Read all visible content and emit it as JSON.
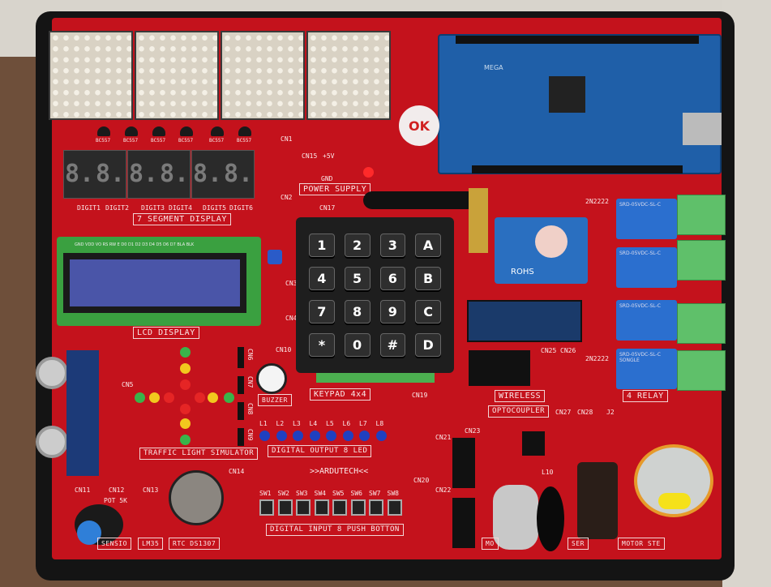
{
  "board": {
    "brand": ">>ARDUTECH<<",
    "sticker_ok": "OK",
    "seven_segment": {
      "label": "7 SEGMENT DISPLAY",
      "digits": [
        "DIGIT1",
        "DIGIT2",
        "DIGIT3",
        "DIGIT4",
        "DIGIT5",
        "DIGIT6"
      ],
      "transistor": "BC557",
      "connectors": [
        "CN1",
        "CN2"
      ]
    },
    "power_supply": {
      "label": "POWER SUPPLY",
      "connector": "CN15",
      "plus": "+5V",
      "gnd": "GND",
      "cn17": "CN17"
    },
    "lcd": {
      "label": "LCD DISPLAY",
      "pins": "GND VDD VO RS RW E D0 D1 D2 D3 D4 D5 D6 D7 BLA BLK",
      "connectors": [
        "CN3",
        "CN4"
      ]
    },
    "keypad": {
      "label": "KEYPAD 4x4",
      "keys": [
        "1",
        "2",
        "3",
        "A",
        "4",
        "5",
        "6",
        "B",
        "7",
        "8",
        "9",
        "C",
        "*",
        "0",
        "#",
        "D"
      ]
    },
    "rfid": {
      "text": "ROHS"
    },
    "wireless": {
      "label": "WIRELESS",
      "connectors": [
        "CN25",
        "CN26"
      ]
    },
    "relay": {
      "label": "4 RELAY",
      "transistor": "2N2222",
      "relay_text": "SRD-05VDC-SL-C",
      "maker": "SONGLE"
    },
    "traffic": {
      "label": "TRAFFIC LIGHT SIMULATOR",
      "connectors": [
        "CN5",
        "CN6",
        "CN7",
        "CN8",
        "CN9"
      ]
    },
    "buzzer": {
      "label": "BUZZER",
      "connector": "CN10"
    },
    "leds": {
      "label": "DIGITAL OUTPUT 8 LED",
      "names": [
        "L1",
        "L2",
        "L3",
        "L4",
        "L5",
        "L6",
        "L7",
        "L8"
      ],
      "connector": "CN19"
    },
    "switches": {
      "label": "DIGITAL INPUT 8 PUSH BOTTON",
      "names": [
        "SW1",
        "SW2",
        "SW3",
        "SW4",
        "SW5",
        "SW6",
        "SW7",
        "SW8"
      ],
      "connector": "CN20"
    },
    "sensors": {
      "sensio": "SENSIO",
      "pot": "POT 5K",
      "lm35": "LM35",
      "rtc": "RTC DS1307",
      "cn11": "CN11",
      "cn12": "CN12",
      "cn13": "CN13",
      "cn14": "CN14"
    },
    "optocoupler": {
      "label": "OPTOCOUPLER",
      "connectors": [
        "CN21",
        "CN22",
        "CN23",
        "CN27",
        "CN28",
        "J2"
      ],
      "led": "L10"
    },
    "motors": {
      "dc": "MO",
      "servo": "SER",
      "stepper": "MOTOR STE"
    },
    "mega": {
      "text": "MEGA"
    }
  }
}
